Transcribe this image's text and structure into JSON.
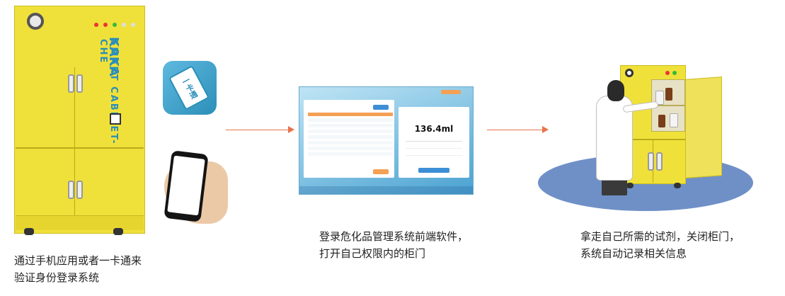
{
  "steps": [
    {
      "caption_lines": [
        "通过手机应用或者一卡通来",
        "验证身份登录系统"
      ]
    },
    {
      "caption_lines": [
        "登录危化品管理系统前端软件，",
        "打开自己权限内的柜门"
      ]
    },
    {
      "caption_lines": [
        "拿走自己所需的试剂，关闭柜门，",
        "系统自动记录相关信息"
      ]
    }
  ],
  "cabinet": {
    "brand_text": "SMART CABINET-CHE",
    "logo_text": "KAKA"
  },
  "card_icon": {
    "tag_text": "一卡通"
  },
  "tablet": {
    "big_value": "136.4ml"
  },
  "colors": {
    "cabinet_yellow": "#f0e13a",
    "brand_blue": "#2c8fb8",
    "arrow_orange": "#e8734a",
    "floor_blue": "#6f90c7"
  }
}
